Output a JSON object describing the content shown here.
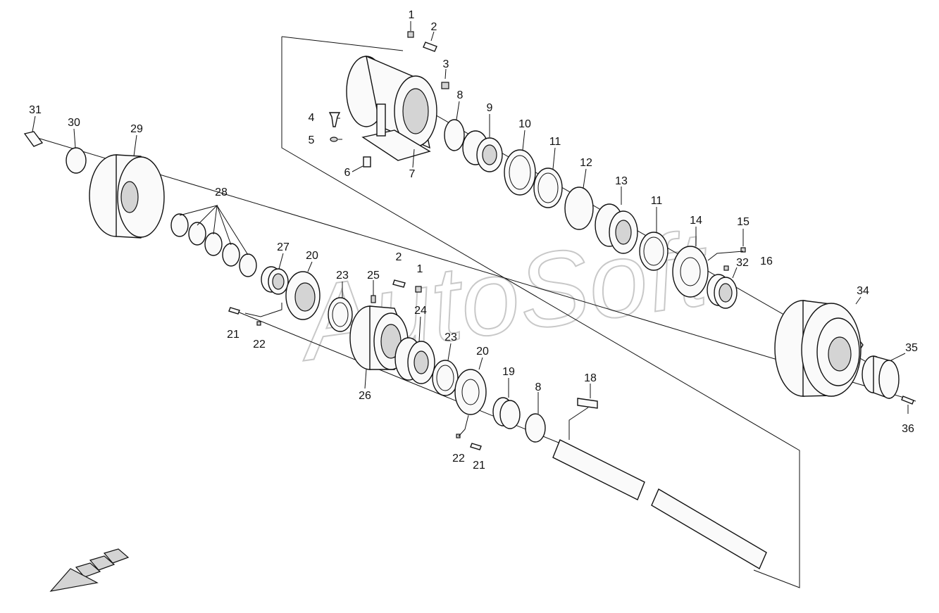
{
  "watermark": "AutoSoft",
  "part_labels": [
    "1",
    "2",
    "3",
    "4",
    "5",
    "6",
    "7",
    "8",
    "9",
    "10",
    "11",
    "11",
    "12",
    "13",
    "14",
    "15",
    "16",
    "32",
    "34",
    "35",
    "36",
    "31",
    "30",
    "29",
    "28",
    "27",
    "20",
    "23",
    "25",
    "2",
    "1",
    "24",
    "21",
    "22",
    "26",
    "23",
    "20",
    "19",
    "8",
    "18",
    "22",
    "21"
  ],
  "icons": {
    "direction_arrow": "direction-arrow-icon"
  }
}
